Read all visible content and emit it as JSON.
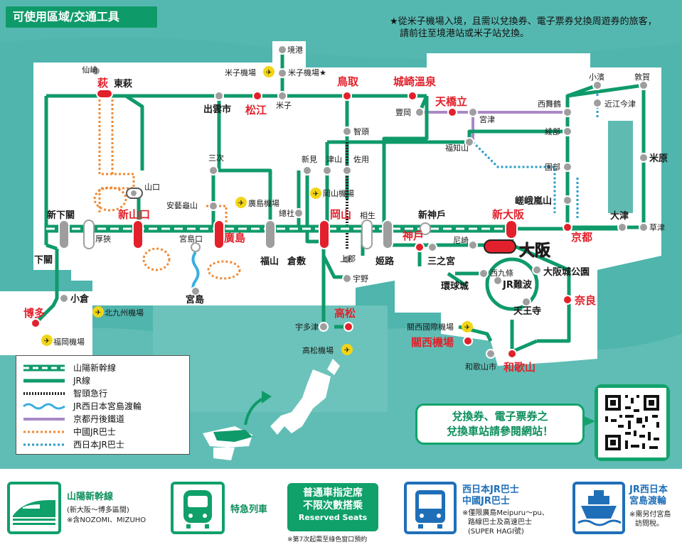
{
  "title": "可使用區域/交通工具",
  "note": {
    "line1": "★從米子機場入境，且需以兌換券、電子票券兌換周遊券的旅客，",
    "line2": "請前往至境港站或米子站兌換。"
  },
  "colors": {
    "sea": "#4fb5ad",
    "land": "#ffffff",
    "jr_line": "#0f9a6a",
    "shinkansen": "#0f9a6a",
    "major_station": "#e2212c",
    "kyotango": "#a988c6",
    "ferry": "#3aaee0",
    "chugoku_bus": "#f08a35",
    "nishinihon_bus": "#2a9ec8",
    "chizu_express": "#222222"
  },
  "stations": {
    "sakaiminato": "境港",
    "yonago_airport": "米子機場",
    "yonago_airport_star": "米子機場★",
    "yonago": "米子",
    "izumoshi": "出雲市",
    "matsue": "松江",
    "tottori": "鳥取",
    "kinosaki_onsen": "城崎溫泉",
    "toyooka": "豐岡",
    "amanohashidate": "天橋立",
    "miyazu": "宮津",
    "nishimaizuru": "西舞鶴",
    "fukuchiyama": "福知山",
    "ayabe": "綾部",
    "sonobe": "園部",
    "saga_arashiyama": "嵯峨嵐山",
    "kyoto": "京都",
    "otsu": "大津",
    "kusatsu": "草津",
    "maibara": "米原",
    "omi_imazu": "近江今津",
    "obama": "小濱",
    "tsuruga": "敦賀",
    "senzaki": "仙崎",
    "hagi": "萩",
    "higashi_hagi": "東萩",
    "yamaguchi": "山口",
    "shin_yamaguchi": "新山口",
    "shin_shimonoseki": "新下關",
    "shimonoseki": "下關",
    "kokura": "小倉",
    "hakata": "博多",
    "fukuoka_airport": "福岡機場",
    "kitakyushu_airport": "北九州機場",
    "asa": "厚狹",
    "aki_kameyama": "安藝龜山",
    "miyajimaguchi": "宮島口",
    "miyajima": "宮島",
    "hiroshima": "廣島",
    "hiroshima_airport": "廣島機場",
    "miyoshi": "三次",
    "soja": "總社",
    "fukuyama": "福山",
    "kurashiki": "倉敷",
    "niimi": "新見",
    "tsuyama": "津山",
    "sayo": "佐用",
    "chizu": "智頭",
    "okayama": "岡山",
    "okayama_airport": "岡山機場",
    "aioi": "相生",
    "himeji": "姬路",
    "kamimachi": "上郡",
    "uno": "宇野",
    "takamatsu": "高松",
    "utazu": "宇多津",
    "takamatsu_airport": "高松機場",
    "shin_kobe": "新神戶",
    "kobe": "神戶",
    "sannomiya": "三之宮",
    "amagasaki": "尼崎",
    "shin_osaka": "新大阪",
    "osaka": "大阪",
    "osakajokoen": "大阪城公園",
    "nishikujo": "西九條",
    "jr_namba": "JR難波",
    "universal_city": "環球城",
    "tennoji": "天王寺",
    "nara": "奈良",
    "kansai_airport_hw": "關西國際機場",
    "kansai_airport": "關西機場",
    "wakayamashi": "和歌山市",
    "wakayama": "和歌山"
  },
  "legend": [
    {
      "key": "shinkansen",
      "label": "山陽新幹線"
    },
    {
      "key": "jr",
      "label": "JR線"
    },
    {
      "key": "chizu",
      "label": "智頭急行"
    },
    {
      "key": "ferry",
      "label": "JR西日本宮島渡輪"
    },
    {
      "key": "kyotango",
      "label": "京都丹後鐵道"
    },
    {
      "key": "chugoku_bus",
      "label": "中國JR巴士"
    },
    {
      "key": "nishinihon_bus",
      "label": "西日本JR巴士"
    }
  ],
  "callout": {
    "line1": "兌換券、電子票券之",
    "line2": "兌換車站請參閱網站！"
  },
  "categories": {
    "shinkansen": {
      "title": "山陽新幹線",
      "sub1": "(新大阪～博多區間)",
      "sub2": "※含NOZOMI、MIZUHO",
      "icon": "shinkansen-icon"
    },
    "limited_express": {
      "title": "特急列車",
      "icon": "limited-express-icon"
    },
    "reserved": {
      "line1": "普通車指定席",
      "line2": "不限次數搭乘",
      "line3": "Reserved Seats",
      "note": "※第7次起需至綠色窗口預約"
    },
    "bus": {
      "title1": "西日本JR巴士",
      "title2": "中國JR巴士",
      "sub1": "※僅限廣島Meipuru～pu、",
      "sub2": "路線巴士及高速巴士",
      "sub3": "(SUPER HAGI號)",
      "icon": "bus-icon"
    },
    "ferry": {
      "title1": "JR西日本",
      "title2": "宮島渡輪",
      "sub1": "※需另付宮島",
      "sub2": "訪問稅。",
      "icon": "ferry-icon"
    }
  }
}
